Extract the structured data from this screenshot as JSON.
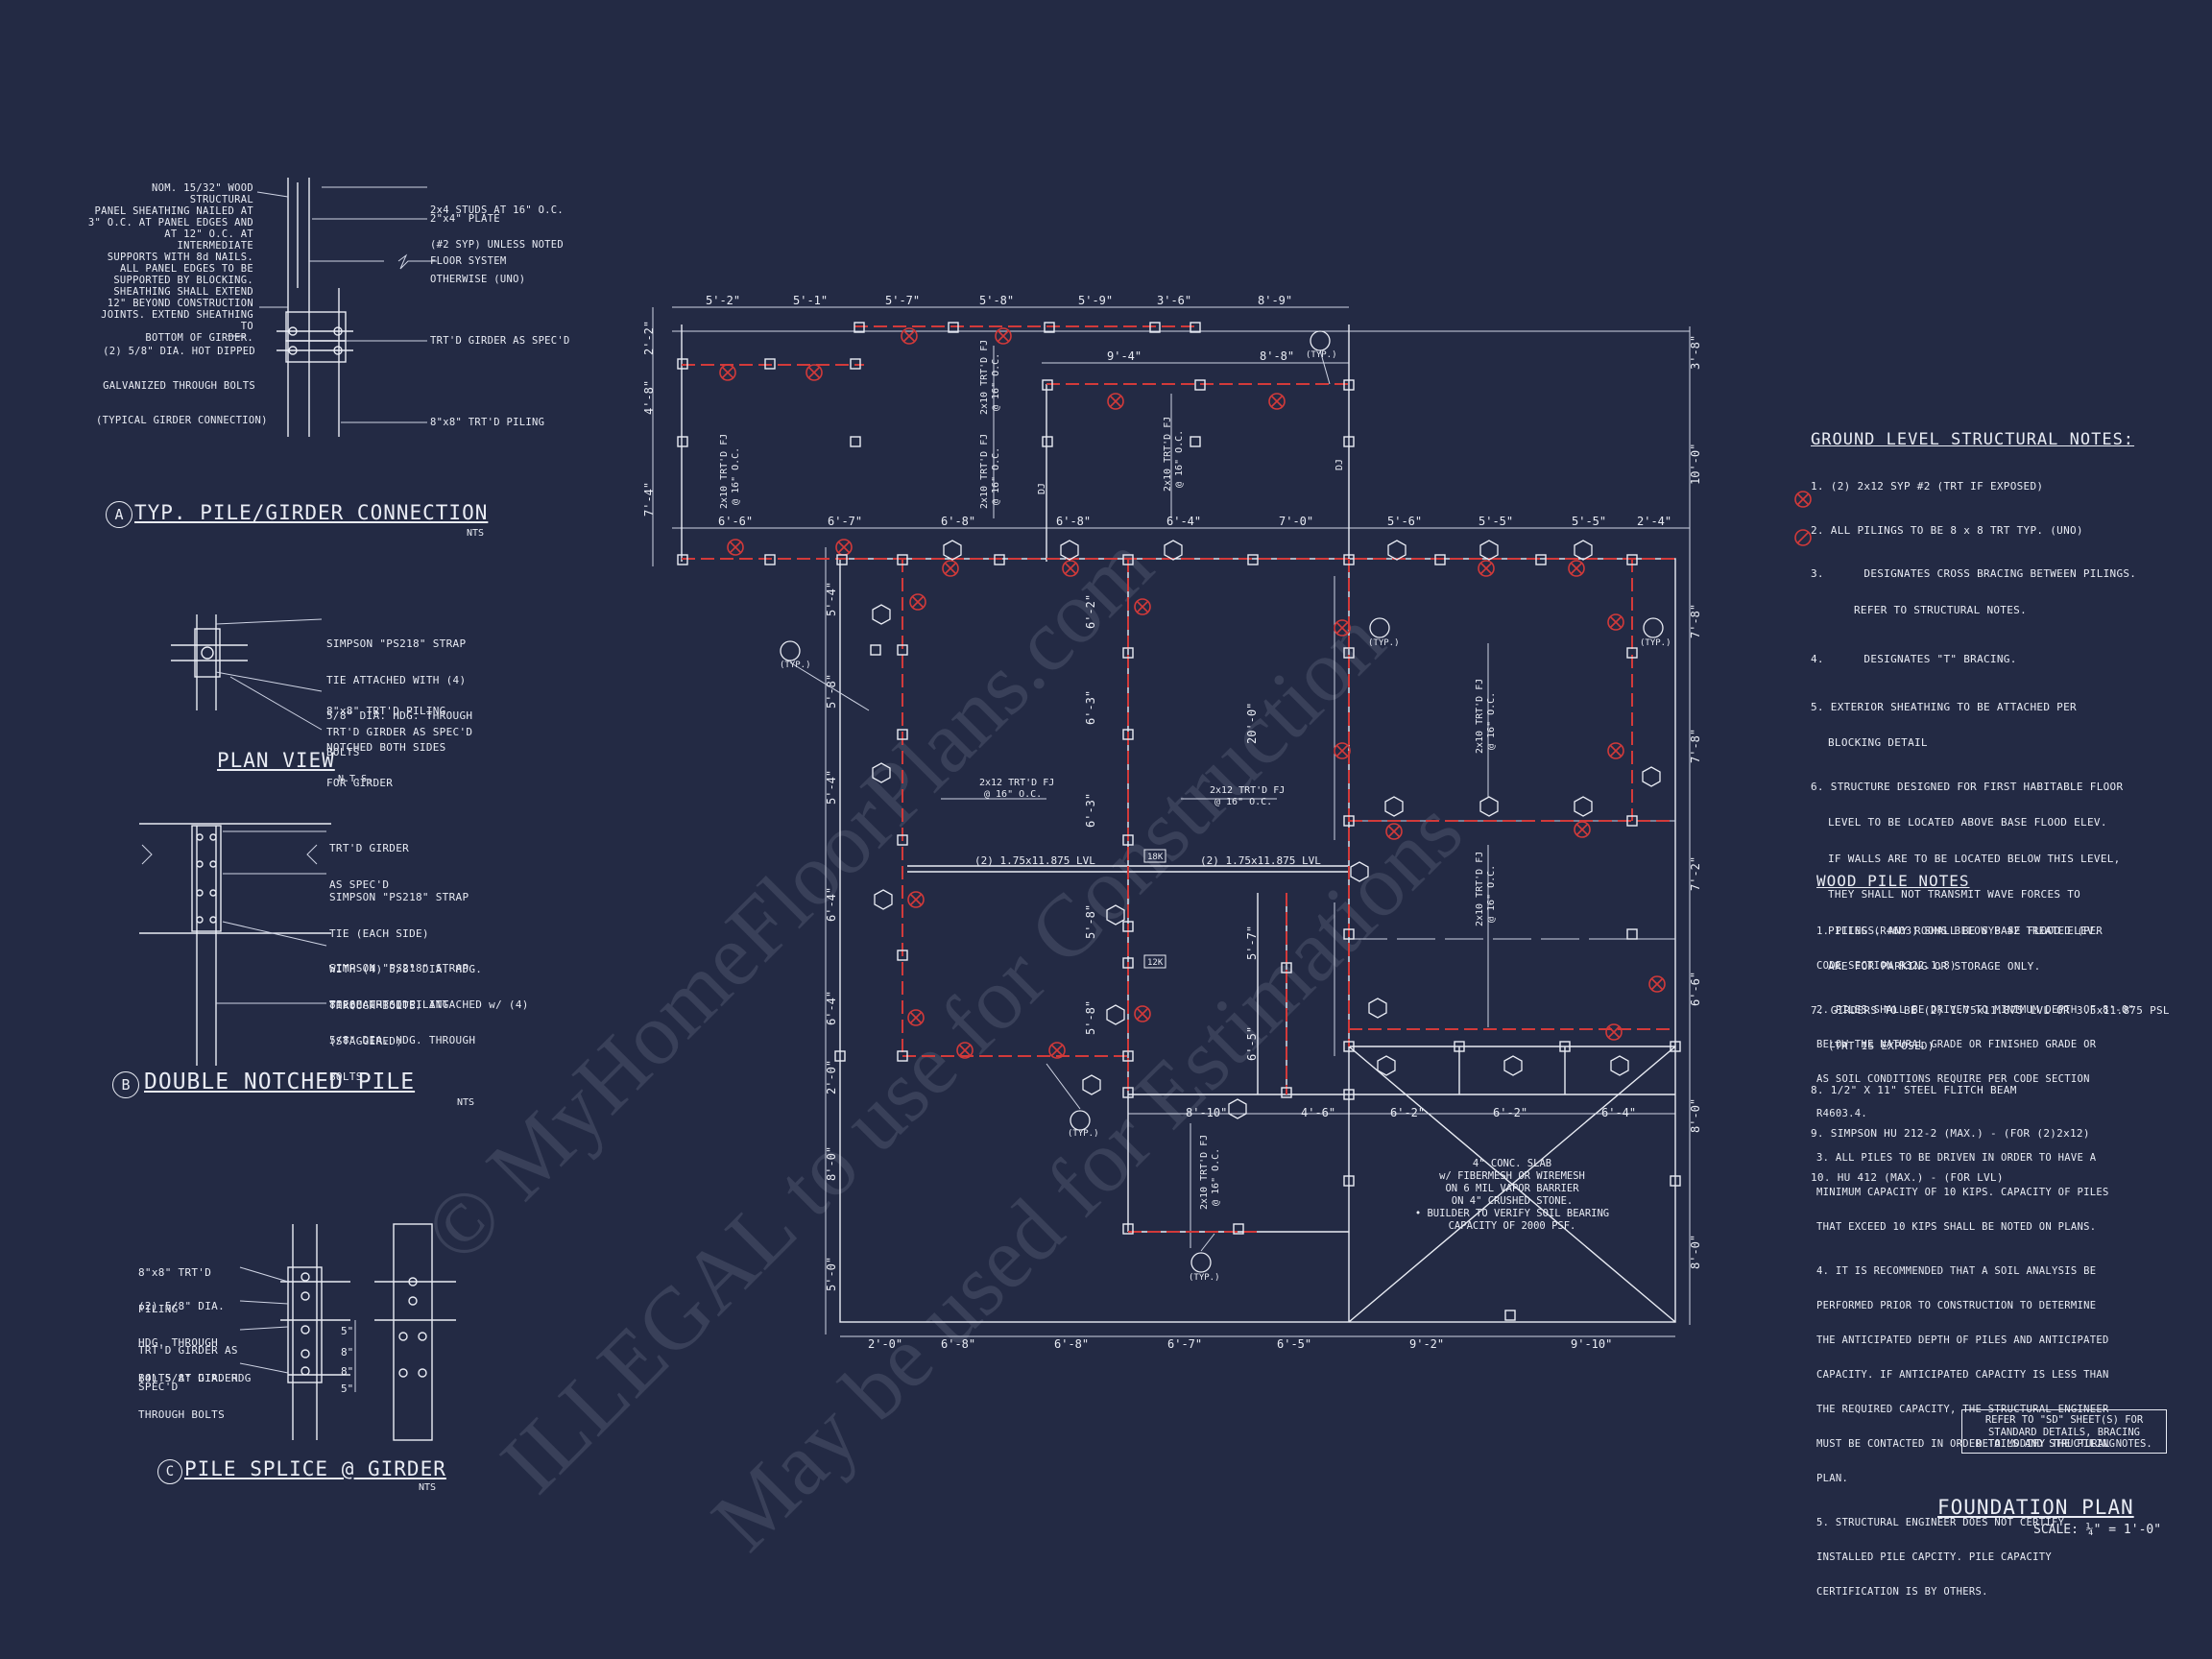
{
  "title": {
    "text": "FOUNDATION PLAN",
    "scale": "SCALE: ¼\" = 1'-0\""
  },
  "watermark": {
    "line1": "© MyHomeFloorPlans.com",
    "line2": "ILLEGAL to use for Construction",
    "line3": "May be used for Estimations"
  },
  "colors": {
    "background": "#232a44",
    "linework": "#e9ecf4",
    "bracing": "#d23a3a"
  },
  "detail_a": {
    "title": "TYP. PILE/GIRDER CONNECTION",
    "tag": "A",
    "nts": "NTS",
    "left_notes": [
      "NOM. 15/32\" WOOD STRUCTURAL",
      "PANEL SHEATHING NAILED AT",
      "3\" O.C. AT PANEL EDGES AND",
      "AT 12\" O.C. AT INTERMEDIATE",
      "SUPPORTS WITH 8d NAILS.",
      "ALL PANEL EDGES TO BE",
      "SUPPORTED BY BLOCKING.",
      "SHEATHING SHALL EXTEND",
      "12\" BEYOND CONSTRUCTION",
      "JOINTS. EXTEND SHEATHING TO",
      "BOTTOM OF GIRDER."
    ],
    "bolt_note": [
      "(2) 5/8\" DIA. HOT DIPPED",
      "GALVANIZED THROUGH BOLTS",
      "(TYPICAL GIRDER CONNECTION)"
    ],
    "right_notes": {
      "studs": [
        "2x4 STUDS AT 16\" O.C.",
        "(#2 SYP) UNLESS NOTED",
        "OTHERWISE (UNO)"
      ],
      "plate": "2\"x4\" PLATE",
      "floor": "FLOOR SYSTEM",
      "girder": "TRT'D GIRDER AS SPEC'D",
      "piling": "8\"x8\" TRT'D PILING"
    }
  },
  "plan_view": {
    "title": "PLAN VIEW",
    "nts": "N.T.S.",
    "notes": {
      "strap": [
        "SIMPSON \"PS218\" STRAP",
        "TIE ATTACHED WITH (4)",
        "5/8\" DIA. HDG. THROUGH",
        "BOLTS"
      ],
      "piling": [
        "8\"x8\" TRT'D PILING",
        "NOTCHED BOTH SIDES",
        "FOR GIRDER"
      ],
      "girder": "TRT'D GIRDER AS SPEC'D"
    }
  },
  "detail_b": {
    "title": "DOUBLE NOTCHED PILE",
    "tag": "B",
    "nts": "NTS",
    "notes": {
      "girder": [
        "TRT'D GIRDER",
        "AS SPEC'D"
      ],
      "strap1": [
        "SIMPSON \"PS218\" STRAP",
        "TIE (EACH SIDE)",
        "WITH (4) 5/8\" DIA. HDG.",
        "THROUGH BOLTS",
        "(STAGGERED)"
      ],
      "strap2": [
        "SIMPSON \"PS218\" STRAP",
        "TIE(EACH SIDE) ATTACHED w/ (4)",
        "5/8\" DIA. HDG. THROUGH",
        "BOLTS"
      ],
      "piling": "8\"x8\" TRT'D PILING"
    }
  },
  "detail_c": {
    "title": "PILE SPLICE @ GIRDER",
    "tag": "C",
    "nts": "NTS",
    "notes": {
      "piling": [
        "8\"x8\" TRT'D",
        "PILING"
      ],
      "bolts1": [
        "(2) 5/8\" DIA.",
        "HDG. THROUGH",
        "BOLTS AT GIRDER"
      ],
      "girder": [
        "TRT'D GIRDER AS",
        "SPEC'D"
      ],
      "bolts2": [
        "(4) 5/8\" DIA. HDG",
        "THROUGH BOLTS"
      ]
    },
    "spacing": [
      "5\"",
      "8\"",
      "8\"",
      "5\""
    ]
  },
  "ground_notes": {
    "title": "GROUND LEVEL STRUCTURAL NOTES:",
    "items": [
      {
        "n": "1.",
        "text": [
          "(2) 2x12 SYP #2 (TRT IF EXPOSED)"
        ]
      },
      {
        "n": "2.",
        "text": [
          "ALL PILINGS TO BE 8 x 8 TRT TYP. (UNO)"
        ]
      },
      {
        "n": "3.",
        "text": [
          "DESIGNATES CROSS BRACING BETWEEN PILINGS.",
          "REFER TO STRUCTURAL NOTES."
        ]
      },
      {
        "n": "4.",
        "text": [
          "DESIGNATES \"T\" BRACING."
        ]
      },
      {
        "n": "5.",
        "text": [
          "EXTERIOR SHEATHING TO BE ATTACHED PER",
          "BLOCKING DETAIL"
        ]
      },
      {
        "n": "6.",
        "text": [
          "STRUCTURE DESIGNED FOR FIRST HABITABLE FLOOR",
          "LEVEL TO BE LOCATED ABOVE BASE FLOOD ELEV.",
          "IF WALLS ARE TO BE LOCATED BELOW THIS LEVEL,",
          "THEY SHALL NOT TRANSMIT WAVE FORCES TO",
          "PILINGS. ANY ROOMS BELOW BASE FLOOD ELEV.",
          "ARE FOR PARKING OR STORAGE ONLY."
        ]
      },
      {
        "n": "7.",
        "text": [
          "GIRDERS TO BE (2) 1.75x11.875 LVL OR 3.5x11.875 PSL",
          "(TRT IS EXPOSED)"
        ]
      },
      {
        "n": "8.",
        "text": [
          "1/2\" X 11\" STEEL FLITCH BEAM"
        ]
      },
      {
        "n": "9.",
        "text": [
          "SIMPSON HU 212-2 (MAX.) - (FOR (2)2x12)"
        ]
      },
      {
        "n": "10.",
        "text": [
          "HU 412 (MAX.) - (FOR LVL)"
        ]
      }
    ]
  },
  "wood_pile_notes": {
    "title": "WOOD PILE NOTES",
    "paras": [
      [
        "1. PILES (R4603) SHALL BE SYP #2 TREATED (PER",
        "CODE SECTION R322.1.8)."
      ],
      [
        "2. PILES SHALL BE DRIVEN TO MINIMUM DEPTH OF 8'-0\"",
        "BELOW THE NATURAL GRADE OR FINISHED GRADE OR",
        "AS SOIL CONDITIONS REQUIRE PER CODE SECTION",
        "R4603.4."
      ],
      [
        "3. ALL PILES TO BE DRIVEN IN ORDER TO HAVE A",
        "MINIMUM CAPACITY OF 10 KIPS. CAPACITY OF PILES",
        "THAT EXCEED 10 KIPS SHALL BE NOTED ON PLANS."
      ],
      [
        "4. IT IS RECOMMENDED THAT A SOIL ANALYSIS BE",
        "PERFORMED PRIOR TO CONSTRUCTION TO DETERMINE",
        "THE ANTICIPATED DEPTH OF PILES AND ANTICIPATED",
        "CAPACITY. IF ANTICIPATED CAPACITY IS LESS THAN",
        "THE REQUIRED CAPACITY, THE STRUCTURAL ENGINEER",
        "MUST BE CONTACTED IN ORDER TO MODIFY THE PILING",
        "PLAN."
      ],
      [
        "5. STRUCTURAL ENGINEER DOES NOT CERTIFY",
        "INSTALLED PILE CAPCITY. PILE CAPACITY",
        "CERTIFICATION IS BY OTHERS."
      ]
    ]
  },
  "refer_box": [
    "REFER TO \"SD\" SHEET(S) FOR",
    "STANDARD DETAILS, BRACING",
    "DETAILS AND STRUCTURAL NOTES."
  ],
  "plan": {
    "dims_top1": [
      "5'-2\"",
      "5'-1\"",
      "5'-7\"",
      "5'-8\"",
      "5'-9\"",
      "3'-6\"",
      "8'-9\""
    ],
    "dims_top2": [
      "9'-4\"",
      "8'-8\""
    ],
    "dims_row3": [
      "6'-6\"",
      "6'-7\"",
      "6'-8\"",
      "6'-8\"",
      "6'-4\"",
      "7'-0\"",
      "5'-6\"",
      "5'-5\"",
      "5'-5\"",
      "2'-4\""
    ],
    "dims_bottom": [
      "2'-0\"",
      "6'-8\"",
      "6'-8\"",
      "6'-7\"",
      "6'-5\"",
      "9'-2\"",
      "9'-10\""
    ],
    "dims_mid": [
      "8'-10\"",
      "4'-6\"",
      "6'-2\"",
      "6'-2\"",
      "6'-4\""
    ],
    "dims_left": [
      "2'-2\"",
      "4'-8\"",
      "7'-4\"",
      "5'-4\"",
      "5'-8\"",
      "5'-4\"",
      "6'-4\"",
      "6'-4\"",
      "2'-0\"",
      "8'-0\"",
      "5'-0\""
    ],
    "dims_right": [
      "3'-8\"",
      "10'-0\"",
      "7'-8\"",
      "7'-8\"",
      "7'-2\"",
      "6'-6\"",
      "8'-0\"",
      "8'-0\""
    ],
    "dims_inner": [
      "6'-2\"",
      "6'-3\"",
      "6'-3\"",
      "5'-8\"",
      "5'-8\"",
      "5'-7\"",
      "6'-5\"",
      "20'-0\""
    ],
    "joist_labels": [
      "2x12 TRT'D FJ",
      "@ 16\" O.C."
    ],
    "joist_v": [
      "2x10 TRT'D FJ",
      "@ 16\" O.C."
    ],
    "lvl": "(2) 1.75x11.875 LVL",
    "dj": "DJ",
    "tags": {
      "k18": "18K",
      "k12": "12K",
      "typ": "(TYP.)"
    },
    "slab_note": [
      "4\" CONC. SLAB",
      "w/ FIBERMESH OR WIREMESH",
      "ON 6 MIL VAPOR BARRIER",
      "ON 4\" CRUSHED STONE.",
      "• BUILDER TO VERIFY SOIL BEARING",
      "CAPACITY OF 2000 PSF."
    ]
  }
}
